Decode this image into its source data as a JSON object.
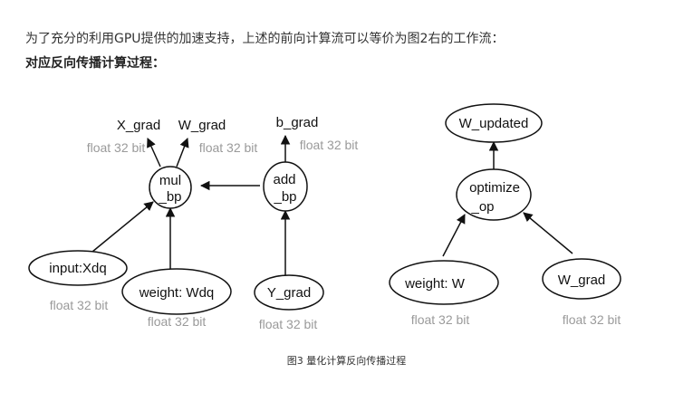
{
  "paragraph": "为了充分的利用GPU提供的加速支持，上述的前向计算流可以等价为图2右的工作流：",
  "heading": "对应反向传播计算过程：",
  "figure": {
    "left": {
      "nodes": {
        "mul_bp_1": "mul",
        "mul_bp_2": "_bp",
        "add_bp_1": "add",
        "add_bp_2": "_bp",
        "input": "input:Xdq",
        "weight": "weight: Wdq",
        "y_grad": "Y_grad"
      },
      "outputs": {
        "x_grad": "X_grad",
        "w_grad": "W_grad",
        "b_grad": "b_grad"
      },
      "bits": {
        "x_grad": "float 32 bit",
        "w_grad": "float 32 bit",
        "b_grad": "float 32 bit",
        "input": "float 32 bit",
        "weight": "float 32 bit",
        "y_grad": "float 32 bit"
      }
    },
    "right": {
      "nodes": {
        "w_updated": "W_updated",
        "optimize_1": "optimize",
        "optimize_2": "_op",
        "weight": "weight: W",
        "w_grad": "W_grad"
      },
      "bits": {
        "weight": "float 32 bit",
        "w_grad": "float 32 bit"
      }
    }
  },
  "caption": "图3 量化计算反向传播过程"
}
